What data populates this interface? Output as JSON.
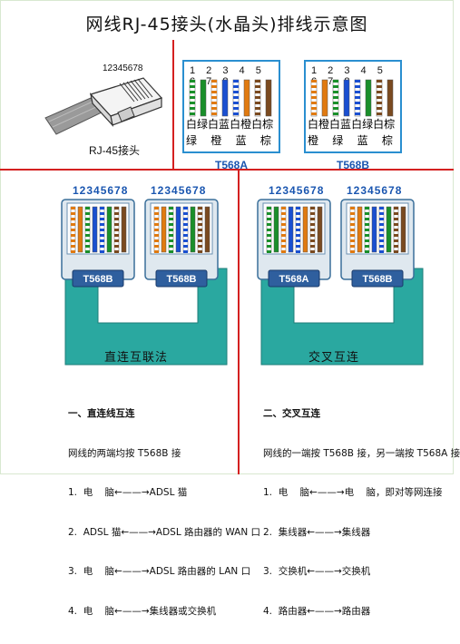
{
  "title": "网线RJ-45接头(水晶头)排线示意图",
  "plug": {
    "pin_numbers": "12345678",
    "label": "RJ-45接头"
  },
  "standards": [
    {
      "name": "T568A",
      "pin_numbers": "1 2 3 4 5 6 7 8",
      "top_labels": [
        "白",
        "绿",
        "白",
        "蓝",
        "白",
        "橙",
        "白",
        "棕"
      ],
      "bottom_labels": [
        "绿",
        "橙",
        "蓝",
        "棕"
      ],
      "wire_colors": [
        "#ffffff/#1a8f2a",
        "#1a8f2a",
        "#ffffff/#e07a10",
        "#1a4fd0",
        "#ffffff/#1a4fd0",
        "#e07a10",
        "#ffffff/#7a4a20",
        "#7a4a20"
      ]
    },
    {
      "name": "T568B",
      "pin_numbers": "1 2 3 4 5 6 7 8",
      "top_labels": [
        "白",
        "橙",
        "白",
        "蓝",
        "白",
        "绿",
        "白",
        "棕"
      ],
      "bottom_labels": [
        "橙",
        "绿",
        "蓝",
        "棕"
      ],
      "wire_colors": [
        "#ffffff/#e07a10",
        "#e07a10",
        "#ffffff/#1a8f2a",
        "#1a4fd0",
        "#ffffff/#1a4fd0",
        "#1a8f2a",
        "#ffffff/#7a4a20",
        "#7a4a20"
      ]
    }
  ],
  "jack_pin_numbers": "12345678",
  "straight": {
    "left_label": "T568B",
    "right_label": "T568B",
    "cable_label": "直连互联法"
  },
  "crossover": {
    "left_label": "T568A",
    "right_label": "T568B",
    "cable_label": "交叉互连"
  },
  "section1": {
    "heading": "一、直连线互连",
    "subtitle": "网线的两端均按 T568B 接",
    "items": [
      "1.  电    脑←——→ADSL 猫",
      "2.  ADSL 猫←——→ADSL 路由器的 WAN 口",
      "3.  电    脑←——→ADSL 路由器的 LAN 口",
      "4.  电    脑←——→集线器或交换机"
    ]
  },
  "section2": {
    "heading": "二、交叉互连",
    "subtitle": "网线的一端按 T568B 接，另一端按 T568A 接",
    "items": [
      "1.  电    脑←——→电    脑，即对等网连接",
      "2.  集线器←——→集线器",
      "3.  交换机←——→交换机",
      "4.  路由器←——→路由器"
    ]
  },
  "colors": {
    "red_divider": "#d42020",
    "cable": "#2aa8a0",
    "frame_blue": "#2a8fd0",
    "label_blue": "#1a56b0"
  }
}
